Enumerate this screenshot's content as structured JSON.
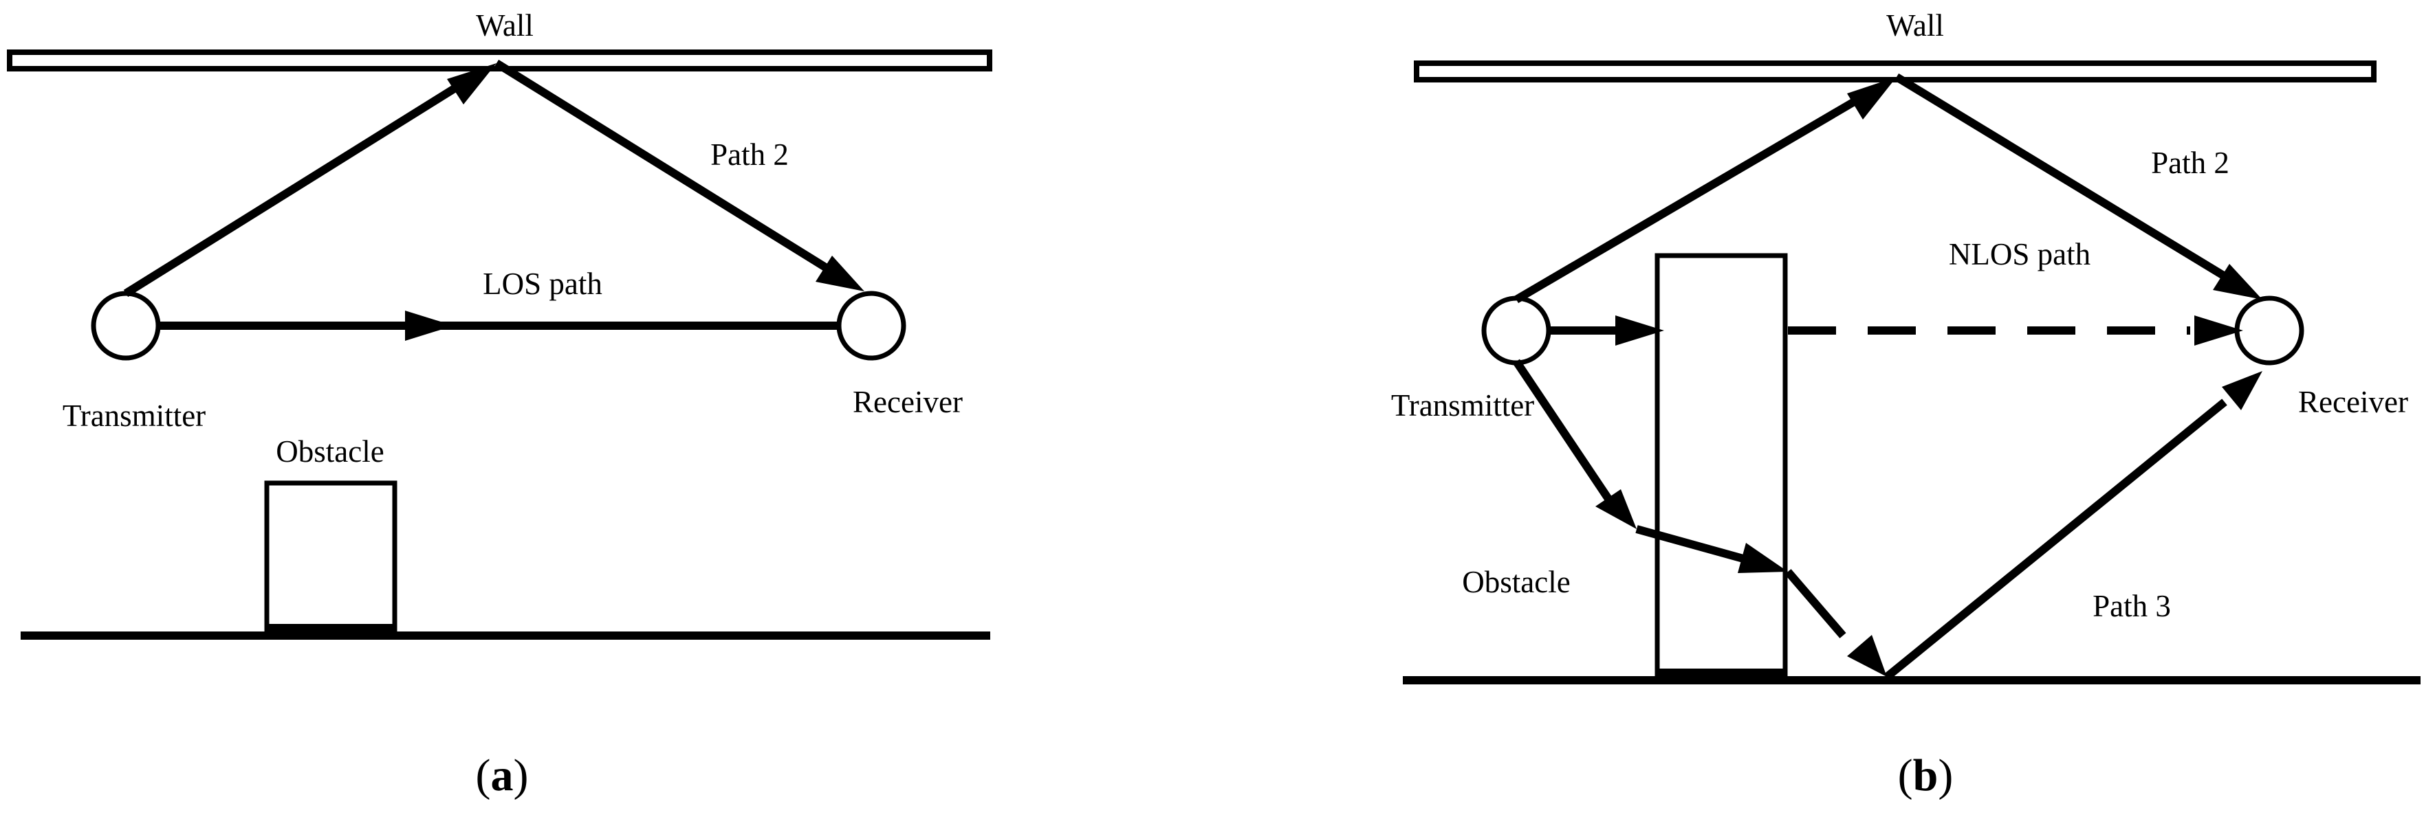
{
  "panel_a": {
    "wall_label": "Wall",
    "path2_label": "Path 2",
    "los_label": "LOS path",
    "transmitter_label": "Transmitter",
    "receiver_label": "Receiver",
    "obstacle_label": "Obstacle",
    "caption_open": "(",
    "caption_letter": "a",
    "caption_close": ")"
  },
  "panel_b": {
    "wall_label": "Wall",
    "path2_label": "Path 2",
    "nlos_label": "NLOS path",
    "transmitter_label": "Transmitter",
    "receiver_label": "Receiver",
    "obstacle_label": "Obstacle",
    "path3_label": "Path 3",
    "caption_open": "(",
    "caption_letter": "b",
    "caption_close": ")"
  }
}
